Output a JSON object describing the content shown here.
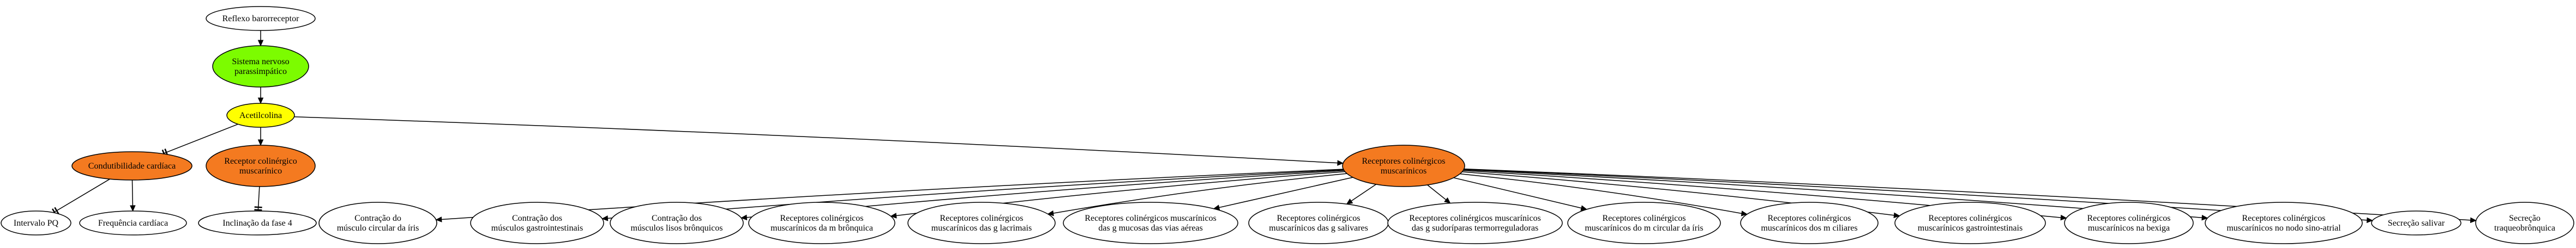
{
  "diagram": {
    "nodes": [
      {
        "id": "barorreflexo",
        "lines": [
          "Reflexo barorreceptor"
        ],
        "fill": "#ffffff"
      },
      {
        "id": "parassimpatico",
        "lines": [
          "Sistema nervoso",
          "parassimpático"
        ],
        "fill": "#7cfc00"
      },
      {
        "id": "acetilcolina",
        "lines": [
          "Acetilcolina"
        ],
        "fill": "#ffff00"
      },
      {
        "id": "condutibilidade",
        "lines": [
          "Condutibilidade cardíaca"
        ],
        "fill": "#f47a20"
      },
      {
        "id": "receptor_colinergico",
        "lines": [
          "Receptor colinérgico",
          "muscarínico"
        ],
        "fill": "#f47a20"
      },
      {
        "id": "receptores_colinergicos",
        "lines": [
          "Receptores colinérgicos",
          "muscarínicos"
        ],
        "fill": "#f47a20"
      },
      {
        "id": "intervalo_pq",
        "lines": [
          "Intervalo PQ"
        ],
        "fill": "#ffffff"
      },
      {
        "id": "frequencia",
        "lines": [
          "Frequência cardíaca"
        ],
        "fill": "#ffffff"
      },
      {
        "id": "inclinacao",
        "lines": [
          "Inclinação da fase 4"
        ],
        "fill": "#ffffff"
      },
      {
        "id": "t1",
        "lines": [
          "Contração do",
          "músculo circular da íris"
        ],
        "fill": "#ffffff"
      },
      {
        "id": "t2",
        "lines": [
          "Contração dos",
          "músculos gastrointestinais"
        ],
        "fill": "#ffffff"
      },
      {
        "id": "t3",
        "lines": [
          "Contração dos",
          "músculos lisos brônquicos"
        ],
        "fill": "#ffffff"
      },
      {
        "id": "t4",
        "lines": [
          "Receptores colinérgicos",
          "muscarínicos da m brônquica"
        ],
        "fill": "#ffffff"
      },
      {
        "id": "t5",
        "lines": [
          "Receptores colinérgicos",
          "muscarínicos das g lacrimais"
        ],
        "fill": "#ffffff"
      },
      {
        "id": "t6",
        "lines": [
          "Receptores colinérgicos muscarínicos",
          "das g mucosas das vias aéreas"
        ],
        "fill": "#ffffff"
      },
      {
        "id": "t7",
        "lines": [
          "Receptores colinérgicos",
          "muscarínicos das g salivares"
        ],
        "fill": "#ffffff"
      },
      {
        "id": "t8",
        "lines": [
          "Receptores colinérgicos muscarínicos",
          "das g sudoríparas termorreguladoras"
        ],
        "fill": "#ffffff"
      },
      {
        "id": "t9",
        "lines": [
          "Receptores colinérgicos",
          "muscarínicos do m circular da íris"
        ],
        "fill": "#ffffff"
      },
      {
        "id": "t10",
        "lines": [
          "Receptores colinérgicos",
          "muscarínicos dos m ciliares"
        ],
        "fill": "#ffffff"
      },
      {
        "id": "t11",
        "lines": [
          "Receptores colinérgicos",
          "muscarínicos gastrointestinais"
        ],
        "fill": "#ffffff"
      },
      {
        "id": "t12",
        "lines": [
          "Receptores colinérgicos",
          "muscarínicos na bexiga"
        ],
        "fill": "#ffffff"
      },
      {
        "id": "t13",
        "lines": [
          "Receptores colinérgicos",
          "muscarínicos no nodo sino-atrial"
        ],
        "fill": "#ffffff"
      },
      {
        "id": "t14",
        "lines": [
          "Secreção salivar"
        ],
        "fill": "#ffffff"
      },
      {
        "id": "t15",
        "lines": [
          "Secreção",
          "traqueobrônquica"
        ],
        "fill": "#ffffff"
      }
    ],
    "edges": [
      {
        "from": "barorreflexo",
        "to": "parassimpatico",
        "type": "normal"
      },
      {
        "from": "parassimpatico",
        "to": "acetilcolina",
        "type": "normal"
      },
      {
        "from": "acetilcolina",
        "to": "condutibilidade",
        "type": "tee"
      },
      {
        "from": "acetilcolina",
        "to": "receptor_colinergico",
        "type": "normal"
      },
      {
        "from": "acetilcolina",
        "to": "receptores_colinergicos",
        "type": "normal"
      },
      {
        "from": "condutibilidade",
        "to": "intervalo_pq",
        "type": "tee"
      },
      {
        "from": "condutibilidade",
        "to": "frequencia",
        "type": "normal"
      },
      {
        "from": "receptor_colinergico",
        "to": "inclinacao",
        "type": "tee"
      },
      {
        "from": "receptores_colinergicos",
        "to": "t1",
        "type": "normal"
      },
      {
        "from": "receptores_colinergicos",
        "to": "t2",
        "type": "normal"
      },
      {
        "from": "receptores_colinergicos",
        "to": "t3",
        "type": "normal"
      },
      {
        "from": "receptores_colinergicos",
        "to": "t4",
        "type": "normal"
      },
      {
        "from": "receptores_colinergicos",
        "to": "t5",
        "type": "normal"
      },
      {
        "from": "receptores_colinergicos",
        "to": "t6",
        "type": "normal"
      },
      {
        "from": "receptores_colinergicos",
        "to": "t7",
        "type": "normal"
      },
      {
        "from": "receptores_colinergicos",
        "to": "t8",
        "type": "normal"
      },
      {
        "from": "receptores_colinergicos",
        "to": "t9",
        "type": "normal"
      },
      {
        "from": "receptores_colinergicos",
        "to": "t10",
        "type": "normal"
      },
      {
        "from": "receptores_colinergicos",
        "to": "t11",
        "type": "normal"
      },
      {
        "from": "receptores_colinergicos",
        "to": "t12",
        "type": "normal"
      },
      {
        "from": "receptores_colinergicos",
        "to": "t13",
        "type": "normal"
      },
      {
        "from": "receptores_colinergicos",
        "to": "t14",
        "type": "normal"
      },
      {
        "from": "receptores_colinergicos",
        "to": "t15",
        "type": "normal"
      }
    ]
  }
}
